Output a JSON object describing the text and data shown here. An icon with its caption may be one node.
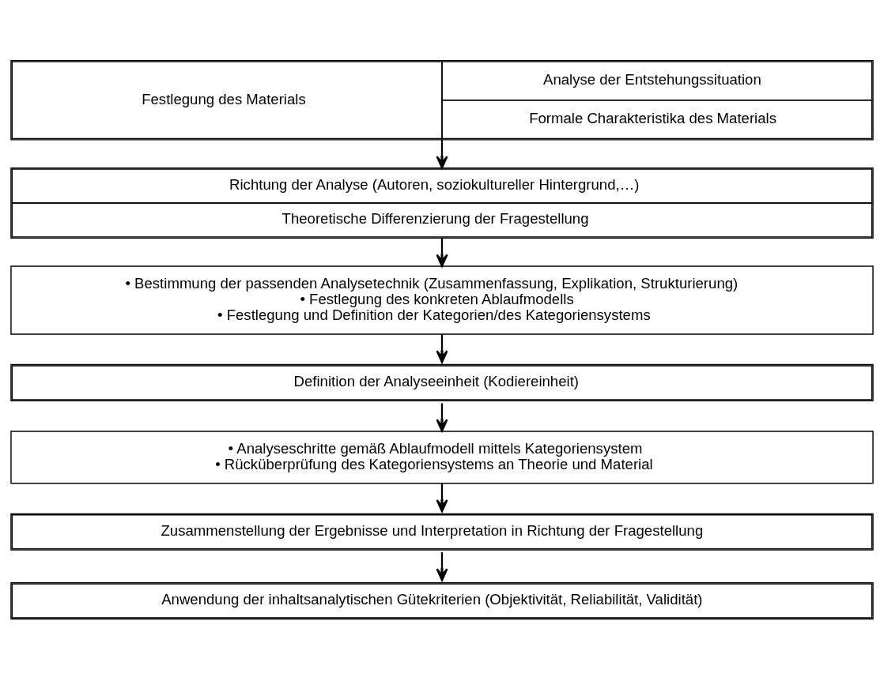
{
  "diagram": {
    "nodes": [
      {
        "text": [
          "Festlegung des Materials",
          "Analyse der Entstehungssituation",
          "Formale Charakteristika des Materials"
        ]
      },
      {
        "text": [
          "Richtung der Analyse (Autoren, soziokultureller Hintergrund,…)",
          "Theoretische Differenzierung der Fragestellung"
        ]
      },
      {
        "text": [
          "• Bestimmung der passenden Analysetechnik (Zusammenfassung, Explikation, Strukturierung)",
          "• Festlegung des konkreten Ablaufmodells",
          "• Festlegung und Definition der Kategorien/des Kategoriensystems"
        ]
      },
      {
        "text": [
          "Definition der Analyseeinheit (Kodiereinheit)"
        ]
      },
      {
        "text": [
          "• Analyseschritte gemäß Ablaufmodell mittels Kategoriensystem",
          "• Rücküberprüfung des Kategoriensystems an Theorie und Material"
        ]
      },
      {
        "text": [
          "Zusammenstellung der Ergebnisse und Interpretation in Richtung der Fragestellung"
        ]
      },
      {
        "text": [
          "Anwendung der inhaltsanalytischen Gütekriterien (Objektivität, Reliabilität, Validität)"
        ]
      }
    ],
    "edges": [
      {
        "from": 0,
        "to": 1,
        "arrow": "to"
      },
      {
        "from": 1,
        "to": 2,
        "arrow": "to"
      },
      {
        "from": 2,
        "to": 3,
        "arrow": "to"
      },
      {
        "from": 3,
        "to": 4,
        "arrow": "to"
      },
      {
        "from": 4,
        "to": 5,
        "arrow": "to"
      },
      {
        "from": 5,
        "to": 6,
        "arrow": "to"
      }
    ]
  }
}
